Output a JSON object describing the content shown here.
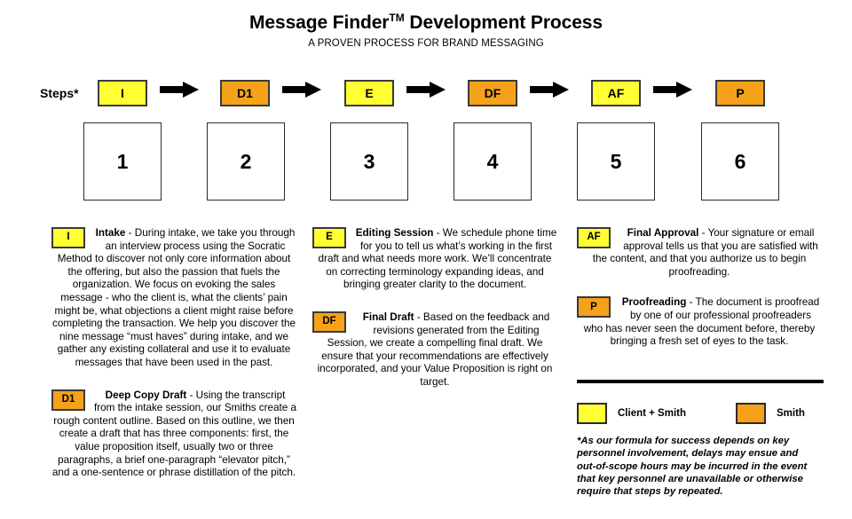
{
  "header": {
    "title_main": "Message Finder",
    "title_tm": "TM",
    "title_tail": " Development Process",
    "subtitle": "A PROVEN PROCESS FOR BRAND MESSAGING"
  },
  "flow": {
    "steps_label": "Steps*",
    "steps": [
      {
        "code": "I",
        "color": "yellow"
      },
      {
        "code": "D1",
        "color": "orange"
      },
      {
        "code": "E",
        "color": "yellow"
      },
      {
        "code": "DF",
        "color": "orange"
      },
      {
        "code": "AF",
        "color": "yellow"
      },
      {
        "code": "P",
        "color": "orange"
      }
    ],
    "numbers": [
      "1",
      "2",
      "3",
      "4",
      "5",
      "6"
    ]
  },
  "descriptions": {
    "column_1": [
      {
        "tag": "I",
        "color": "yellow",
        "lead": "Intake",
        "text": " - During intake, we take you through an interview process using the Socratic Method to discover not only core information about the offering, but also the passion that fuels the organization. We focus on evoking the sales message - who the client is, what the clients’ pain might be, what objections a client might raise before completing the transaction. We help you discover the nine message “must haves” during intake, and we gather any existing collateral and use it to evaluate messages that have been used in the past."
      },
      {
        "tag": "D1",
        "color": "orange",
        "lead": "Deep Copy Draft",
        "text": " - Using the transcript from the intake session, our Smiths create a rough content outline. Based on this outline, we then create a draft that has three components: first, the value proposition itself, usually two or three paragraphs, a brief one-paragraph “elevator pitch,” and a one-sentence or phrase distillation of the pitch."
      }
    ],
    "column_2": [
      {
        "tag": "E",
        "color": "yellow",
        "lead": "Editing Session",
        "text": " - We schedule phone time for you to tell us what’s working in the first draft and what needs more work. We’ll concentrate on correcting terminology expanding ideas, and bringing greater clarity to the document."
      },
      {
        "tag": "DF",
        "color": "orange",
        "lead": "Final Draft",
        "text": " - Based on the feedback and revisions generated from the Editing Session, we create a compelling final draft. We ensure that your recommendations are effectively incorporated, and your Value Proposition is right on target."
      }
    ],
    "column_3": [
      {
        "tag": "AF",
        "color": "yellow",
        "lead": "Final Approval",
        "text": " - Your signature or email approval tells us that you are satisfied with the content, and that you authorize us to begin proofreading."
      },
      {
        "tag": "P",
        "color": "orange",
        "lead": "Proofreading",
        "text": " - The document is proofread by one of our professional proofreaders who has never seen the document before, thereby bringing a fresh set of eyes to the task."
      }
    ]
  },
  "legend": {
    "items": [
      {
        "color": "yellow",
        "label": "Client + Smith"
      },
      {
        "color": "orange",
        "label": "Smith"
      }
    ]
  },
  "footnote": {
    "text": "*As our formula for success depends on key personnel involvement, delays may ensue and out-of-scope hours may be incurred in the event that key personnel are unavailable or otherwise require that steps by repeated."
  },
  "colors": {
    "yellow": "#ffff33",
    "orange": "#f5a21a",
    "border": "#3a3a3a",
    "text": "#000000"
  }
}
